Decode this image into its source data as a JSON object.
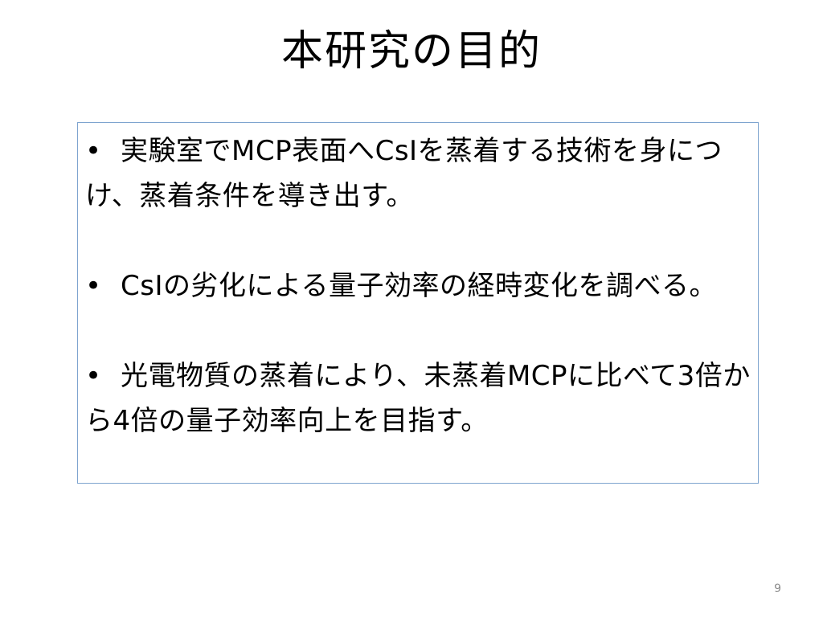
{
  "slide": {
    "title": "本研究の目的",
    "bullet_symbol": "•",
    "bullets": [
      "実験室でMCP表面へCsIを蒸着する技術を身につけ、蒸着条件を導き出す。",
      "CsIの劣化による量子効率の経時変化を調べる。",
      "光電物質の蒸着により、未蒸着MCPに比べて3倍から4倍の量子効率向上を目指す。"
    ],
    "page_number": "9"
  },
  "colors": {
    "box_border": "#7ea4cf",
    "text": "#000000",
    "page_number": "#8c8c8c"
  }
}
